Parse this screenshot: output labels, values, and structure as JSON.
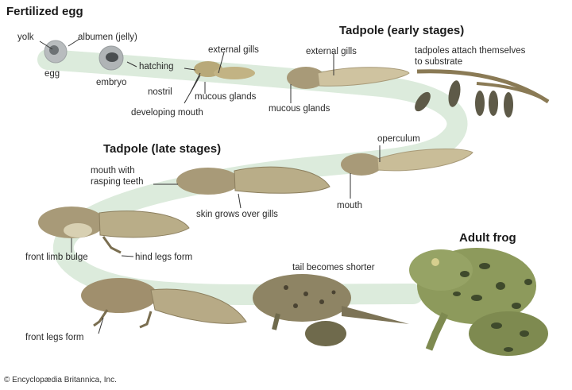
{
  "diagram": {
    "type": "life-cycle",
    "subject": "frog metamorphosis",
    "colors": {
      "path_band": "#dcebdc",
      "tadpole_body": "#a89a78",
      "tadpole_dark": "#6b5e44",
      "egg": "#b8bcbe",
      "frog_green": "#8d9a5c",
      "frog_spot": "#3f4a2c",
      "text": "#2a2a2a"
    },
    "stages": [
      {
        "id": "fertilized-egg",
        "title": "Fertilized egg"
      },
      {
        "id": "tadpole-early",
        "title": "Tadpole (early stages)"
      },
      {
        "id": "tadpole-late",
        "title": "Tadpole (late stages)"
      },
      {
        "id": "adult-frog",
        "title": "Adult frog"
      }
    ],
    "labels": {
      "yolk": "yolk",
      "albumen": "albumen (jelly)",
      "egg": "egg",
      "embryo": "embryo",
      "hatching": "hatching",
      "external_gills_1": "external gills",
      "nostril": "nostril",
      "mucous_glands_1": "mucous glands",
      "developing_mouth": "developing mouth",
      "external_gills_2": "external gills",
      "mucous_glands_2": "mucous glands",
      "attach_line1": "tadpoles attach themselves",
      "attach_line2": "to substrate",
      "operculum": "operculum",
      "mouth": "mouth",
      "mouth_teeth_line1": "mouth with",
      "mouth_teeth_line2": "rasping teeth",
      "skin_gills": "skin grows over gills",
      "front_limb_bulge": "front limb bulge",
      "hind_legs": "hind legs form",
      "tail_shorter": "tail becomes shorter",
      "front_legs": "front legs form"
    },
    "credit": "© Encyclopædia Britannica, Inc."
  }
}
